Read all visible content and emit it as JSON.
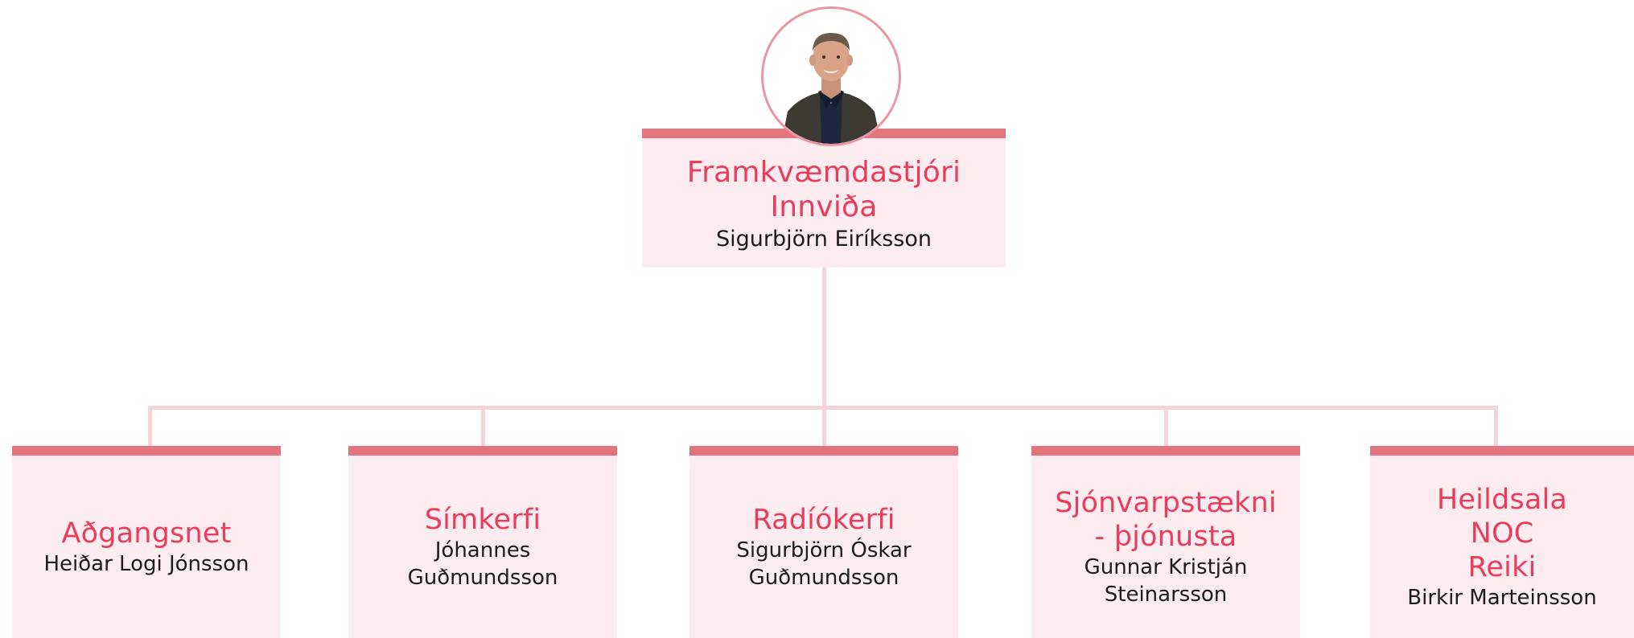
{
  "colors": {
    "title": "#ea3d5c",
    "card_background": "#fcecef",
    "card_bar": "#e2747e",
    "connector": "#f5d3d8",
    "name": "#1d1d1d"
  },
  "root": {
    "title": "Framkvæmdastjóri\nInnviða",
    "name": "Sigurbjörn Eiríksson",
    "avatar": "person-photo"
  },
  "departments": [
    {
      "title": "Aðgangsnet",
      "name": "Heiðar Logi Jónsson"
    },
    {
      "title": "Símkerfi",
      "name": "Jóhannes\nGuðmundsson"
    },
    {
      "title": "Radíókerfi",
      "name": "Sigurbjörn Óskar\nGuðmundsson"
    },
    {
      "title": "Sjónvarpstækni\n- þjónusta",
      "name": "Gunnar Kristján\nSteinarsson"
    },
    {
      "title": "Heildsala\nNOC\nReiki",
      "name": "Birkir Marteinsson"
    }
  ]
}
